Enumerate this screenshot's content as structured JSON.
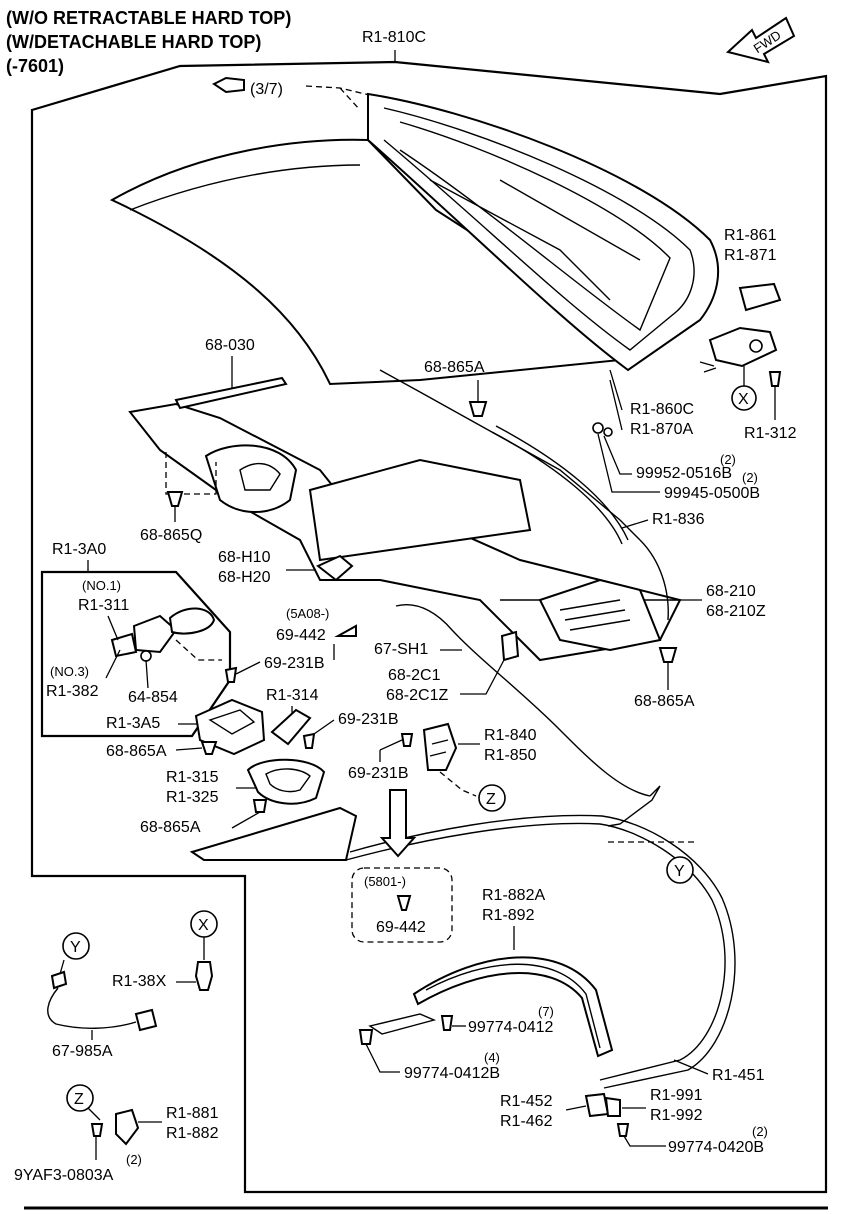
{
  "header": {
    "line1": "(W/O RETRACTABLE HARD TOP)",
    "line2": "(W/DETACHABLE HARD TOP)",
    "line3": "(-7601)"
  },
  "fwd": "FWD",
  "main_part": "R1-810C",
  "ref_pointer": "(3/7)",
  "labels": {
    "r1_861": "R1-861",
    "r1_871": "R1-871",
    "r1_860c": "R1-860C",
    "r1_870a": "R1-870A",
    "r1_312": "R1-312",
    "p68_030": "68-030",
    "p68_865a_top": "68-865A",
    "q99952_qty": "(2)",
    "p99952": "99952-0516B",
    "q99945_qty": "(2)",
    "p99945": "99945-0500B",
    "r1_836": "R1-836",
    "p68_865q": "68-865Q",
    "p68_h10": "68-H10",
    "p68_h20": "68-H20",
    "p68_210": "68-210",
    "p68_210z": "68-210Z",
    "r1_3a0": "R1-3A0",
    "no1": "(NO.1)",
    "r1_311": "R1-311",
    "no3": "(NO.3)",
    "r1_382": "R1-382",
    "p64_854": "64-854",
    "p5a08": "(5A08-)",
    "p69_442_a": "69-442",
    "p69_231b_a": "69-231B",
    "p67_sh1": "67-SH1",
    "p68_2c1": "68-2C1",
    "p68_2c1z": "68-2C1Z",
    "p68_865a_right": "68-865A",
    "r1_314": "R1-314",
    "r1_3a5": "R1-3A5",
    "p69_231b_b": "69-231B",
    "p68_865a_left": "68-865A",
    "r1_840": "R1-840",
    "r1_850": "R1-850",
    "p69_231b_c": "69-231B",
    "r1_315": "R1-315",
    "r1_325": "R1-325",
    "p68_865a_bottom": "68-865A",
    "p5801": "(5801-)",
    "p69_442_b": "69-442",
    "r1_882a": "R1-882A",
    "r1_892": "R1-892",
    "q99774_0412_qty": "(7)",
    "p99774_0412": "99774-0412",
    "q99774_0412b_qty": "(4)",
    "p99774_0412b": "99774-0412B",
    "r1_451": "R1-451",
    "r1_452": "R1-452",
    "r1_462": "R1-462",
    "r1_991": "R1-991",
    "r1_992": "R1-992",
    "q99774_0420b_qty": "(2)",
    "p99774_0420b": "99774-0420B",
    "r1_38x": "R1-38X",
    "p67_985a": "67-985A",
    "r1_881": "R1-881",
    "r1_882": "R1-882",
    "q9yaf3_qty": "(2)",
    "p9yaf3": "9YAF3-0803A"
  },
  "callouts": {
    "x": "X",
    "y": "Y",
    "z": "Z"
  }
}
